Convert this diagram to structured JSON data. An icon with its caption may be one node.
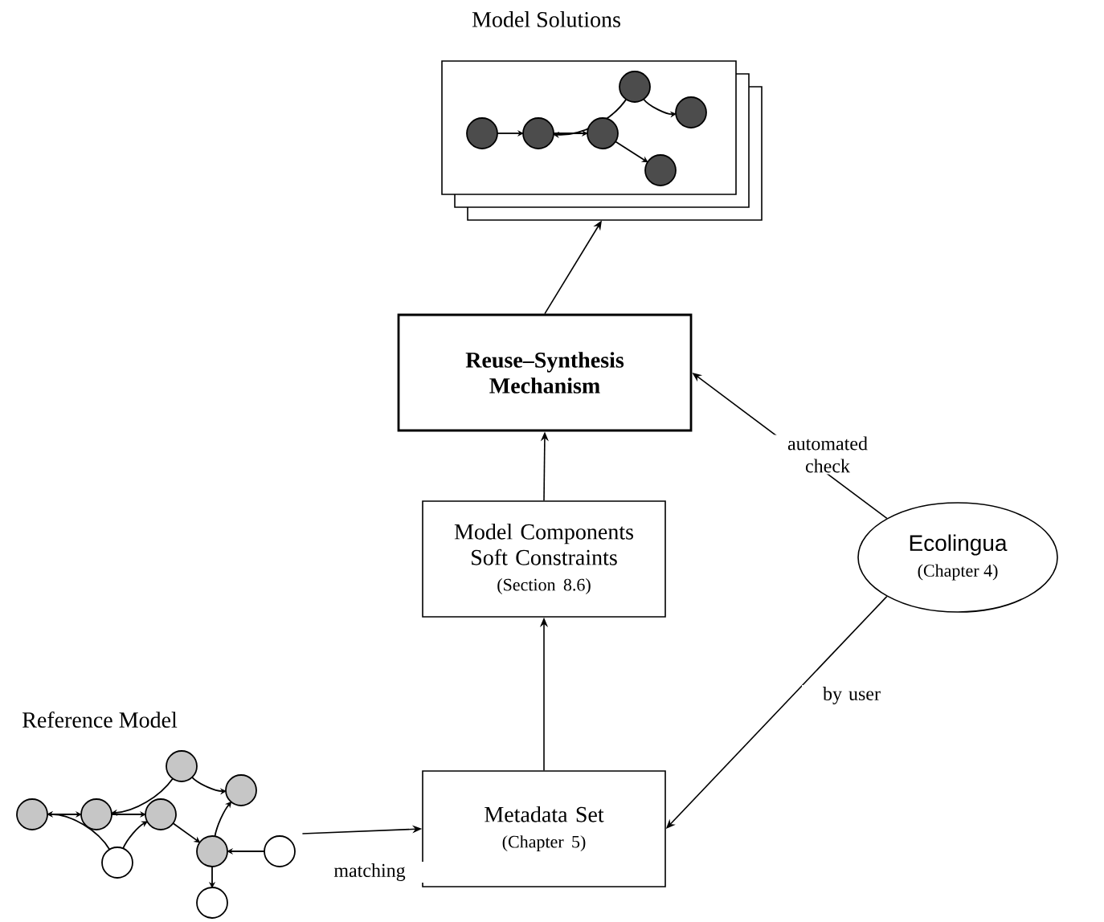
{
  "diagram": {
    "nodes": [
      {
        "text": [
          "Model Solutions"
        ]
      },
      {
        "text": [
          "Reuse–Synthesis Mechanism"
        ]
      },
      {
        "text": [
          "Model Components Soft Constraints",
          "(Section 8.6)"
        ]
      },
      {
        "text": [
          "Ecolingua",
          "(Chapter 4)"
        ]
      },
      {
        "text": [
          "Reference Model"
        ]
      },
      {
        "text": [
          "Metadata Set",
          "(Chapter 5)"
        ]
      }
    ],
    "edges": [
      {
        "from": 1,
        "to": 0,
        "arrow": "to"
      },
      {
        "from": 2,
        "to": 1,
        "arrow": "to"
      },
      {
        "from": 5,
        "to": 2,
        "arrow": "to"
      },
      {
        "from": 3,
        "to": 1,
        "arrow": "to",
        "label": "automated check"
      },
      {
        "from": 3,
        "to": 5,
        "arrow": "to",
        "label": "by user"
      },
      {
        "from": 4,
        "to": 5,
        "arrow": "to",
        "label": "matching"
      }
    ]
  }
}
